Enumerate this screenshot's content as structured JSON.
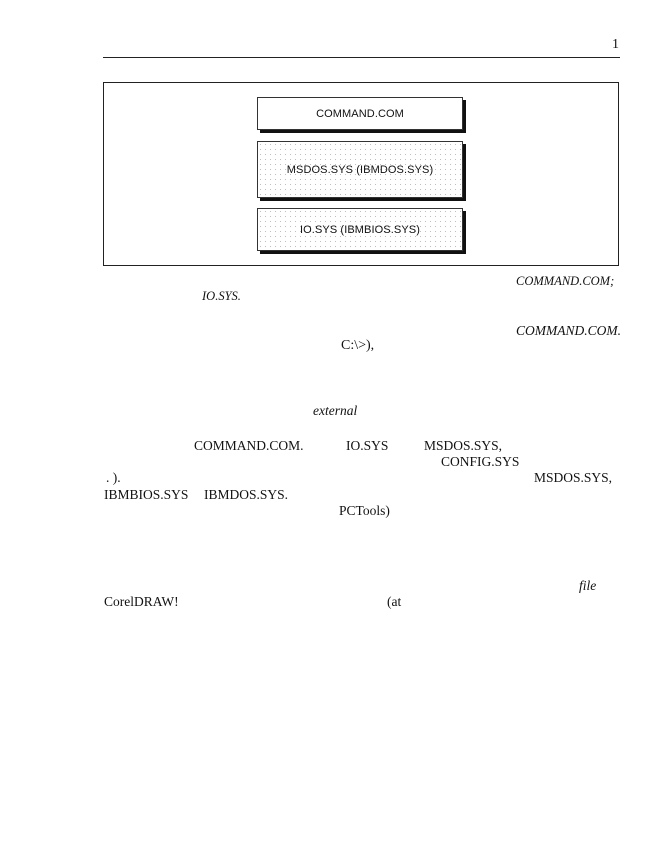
{
  "page_number": "1",
  "figure": {
    "layers": [
      {
        "label": "COMMAND.COM"
      },
      {
        "label": "MSDOS.SYS  (IBMDOS.SYS)"
      },
      {
        "label": "IO.SYS  (IBMBIOS.SYS)"
      }
    ]
  },
  "fragments": {
    "f1": "COMMAND.COM;",
    "f2": "IO.SYS.",
    "f3": "COMMAND.COM.",
    "f4": "C:\\>),",
    "f5": "external",
    "f6": "COMMAND.COM.",
    "f7": "IO.SYS",
    "f8": "MSDOS.SYS,",
    "f9": "CONFIG.SYS",
    "f10": ". ).",
    "f11": "MSDOS.SYS,",
    "f12": "IBMBIOS.SYS",
    "f13": "IBMDOS.SYS.",
    "f14": "PCTools)",
    "f15": "file",
    "f16": "CorelDRAW!",
    "f17": "(at"
  }
}
